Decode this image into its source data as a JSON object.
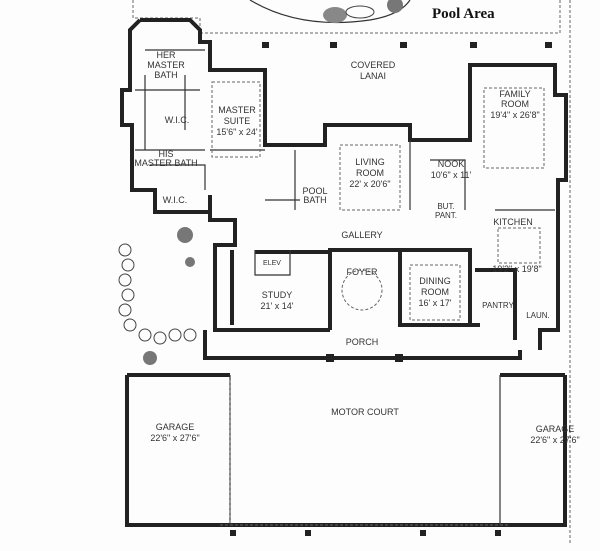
{
  "title": "Pool Area",
  "rooms": {
    "her_bath": [
      "HER",
      "MASTER",
      "BATH"
    ],
    "master_suite": [
      "MASTER",
      "SUITE",
      "15'6\" x 24'"
    ],
    "wic1": "W.I.C.",
    "his_bath": [
      "HIS",
      "MASTER BATH"
    ],
    "wic2": "W.I.C.",
    "lanai": [
      "COVERED",
      "LANAI"
    ],
    "living": [
      "LIVING",
      "ROOM",
      "22' x 20'6\""
    ],
    "pool_bath": [
      "POOL",
      "BATH"
    ],
    "nook": [
      "NOOK",
      "10'6\" x 11'"
    ],
    "family": [
      "FAMILY",
      "ROOM",
      "19'4\" x 26'8\""
    ],
    "but_pant": [
      "BUT.",
      "PANT."
    ],
    "kitchen": [
      "KITCHEN",
      "19'2\" x 19'8\""
    ],
    "gallery": "GALLERY",
    "elev": "ELEV",
    "foyer": "FOYER",
    "study": [
      "STUDY",
      "21' x 14'"
    ],
    "dining": [
      "DINING",
      "ROOM",
      "16' x 17'"
    ],
    "pantry": "PANTRY",
    "laun": "LAUN.",
    "porch": "PORCH",
    "motor_court": "MOTOR COURT",
    "garage_left": [
      "GARAGE",
      "22'6\" x 27'6\""
    ],
    "garage_right": [
      "GARAGE",
      "22'6\" x 27'6\""
    ]
  }
}
